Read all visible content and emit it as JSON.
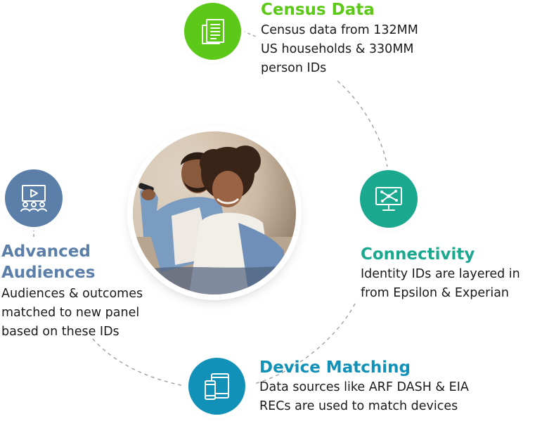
{
  "colors": {
    "census": "#5cc817",
    "connectivity": "#1aa88e",
    "device": "#1191b8",
    "audiences": "#5b7fa9",
    "dashed_path": "#9aa0a6"
  },
  "nodes": {
    "census": {
      "icon": "document-icon",
      "title": "Census Data",
      "desc": [
        "Census data from 132MM",
        "US households & 330MM",
        "person IDs"
      ]
    },
    "connectivity": {
      "icon": "network-monitor-icon",
      "title": "Connectivity",
      "desc": [
        "Identity IDs are layered in",
        "from Epsilon & Experian"
      ]
    },
    "device": {
      "icon": "devices-icon",
      "title": "Device Matching",
      "desc": [
        "Data sources like ARF DASH & EIA",
        "RECs are used to match devices"
      ]
    },
    "audiences": {
      "icon": "audience-screen-icon",
      "title": [
        "Advanced",
        "Audiences"
      ],
      "desc": [
        "Audiences & outcomes",
        "matched to new panel",
        "based on these IDs"
      ]
    }
  },
  "center_image": {
    "subject": "couple-watching-tv-photo"
  }
}
